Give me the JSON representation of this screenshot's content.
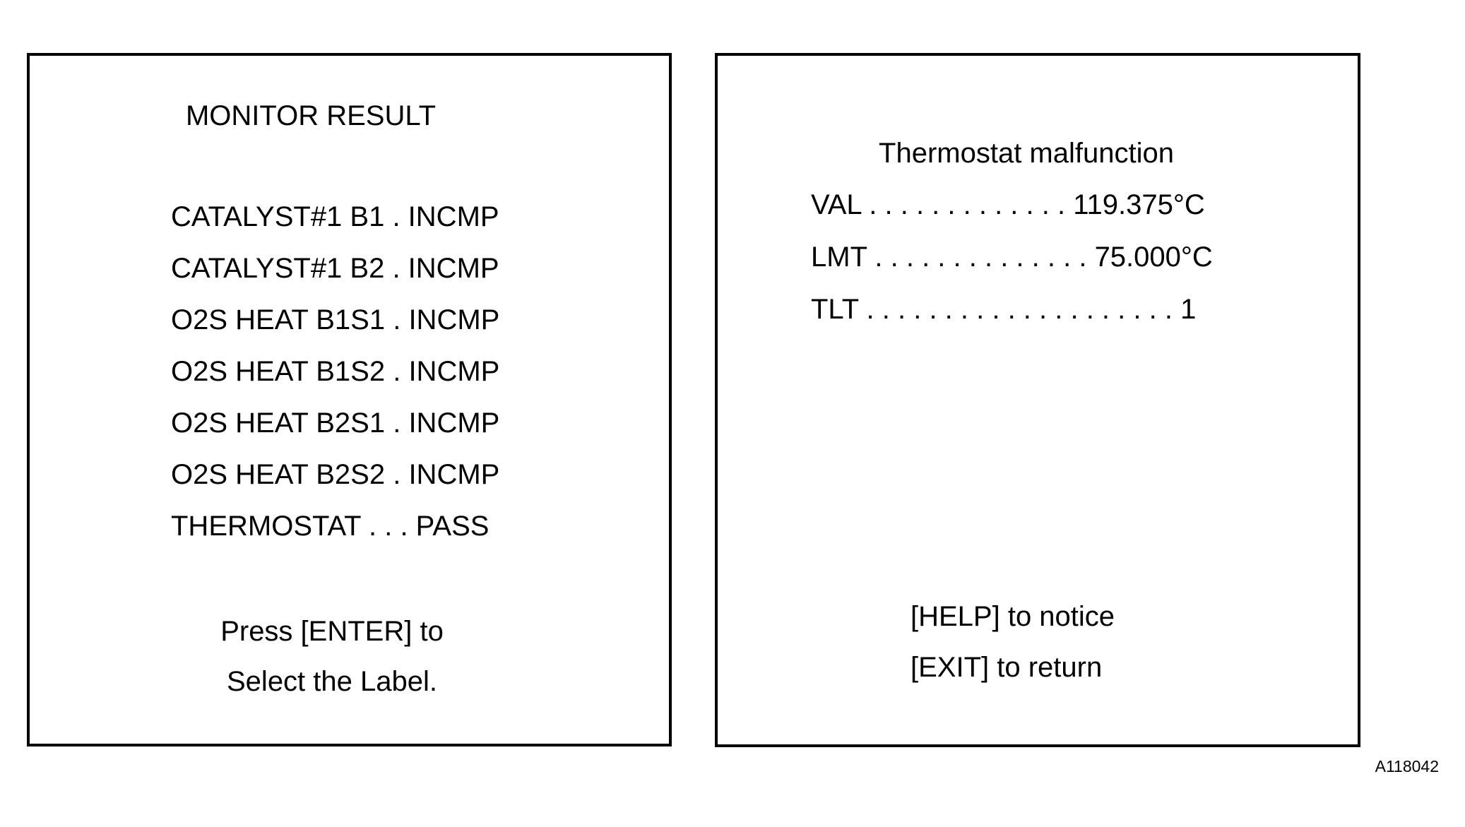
{
  "colors": {
    "foreground": "#000000",
    "background": "#ffffff"
  },
  "left_screen": {
    "title": "MONITOR RESULT",
    "monitor_lines": [
      {
        "item": "CATALYST#1 B1",
        "status": "INCMP",
        "text": "CATALYST#1 B1 . INCMP"
      },
      {
        "item": "CATALYST#1 B2",
        "status": "INCMP",
        "text": "CATALYST#1 B2 . INCMP"
      },
      {
        "item": "O2S HEAT B1S1",
        "status": "INCMP",
        "text": "O2S HEAT B1S1 . INCMP"
      },
      {
        "item": "O2S HEAT B1S2",
        "status": "INCMP",
        "text": "O2S HEAT B1S2 . INCMP"
      },
      {
        "item": "O2S HEAT B2S1",
        "status": "INCMP",
        "text": "O2S HEAT B2S1 . INCMP"
      },
      {
        "item": "O2S HEAT B2S2",
        "status": "INCMP",
        "text": "O2S HEAT B2S2 . INCMP"
      },
      {
        "item": "THERMOSTAT",
        "status": "PASS",
        "text": "THERMOSTAT . . . PASS"
      }
    ],
    "footer_lines": [
      "Press [ENTER] to",
      "Select the Label."
    ]
  },
  "right_screen": {
    "title": "Thermostat malfunction",
    "data_lines": [
      {
        "label": "VAL",
        "value": "119.375°C",
        "text": "VAL . . . . . . . . . . . . . 119.375°C"
      },
      {
        "label": "LMT",
        "value": "75.000°C",
        "text": "LMT . . . . . . . . . . . . . . 75.000°C"
      },
      {
        "label": "TLT",
        "value": "1",
        "text": "TLT . . . . . . . . . . . . . . . . . . . . 1"
      }
    ],
    "footer_lines": [
      "[HELP] to notice",
      "[EXIT] to return"
    ]
  },
  "figure_label": "A118042"
}
